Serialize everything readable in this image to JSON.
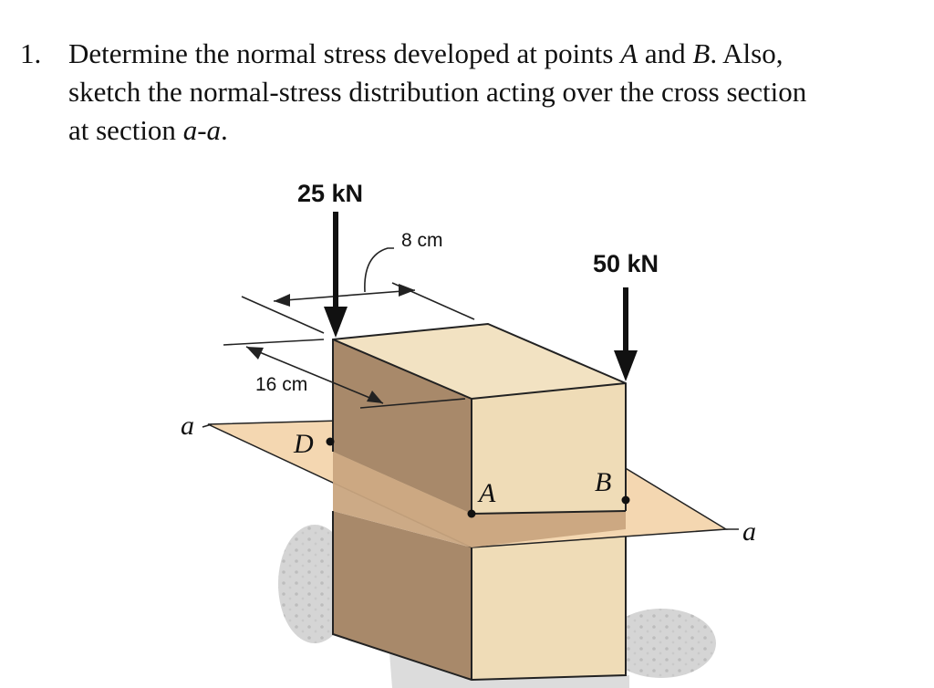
{
  "problem": {
    "number": "1.",
    "line1_a": "Determine the normal stress developed at points ",
    "point_a": "A",
    "line1_b": " and ",
    "point_b": "B",
    "line1_c": ". Also,",
    "line2": "sketch the normal-stress distribution acting over the cross section",
    "line3_a": "at section ",
    "section_name": "a-a",
    "line3_b": "."
  },
  "figure": {
    "load_left": "25 kN",
    "load_right": "50 kN",
    "dim_top": "8 cm",
    "dim_side": "16 cm",
    "label_D": "D",
    "label_A": "A",
    "label_B": "B",
    "section_left": "a",
    "section_right": "a",
    "colors": {
      "front_face": "#efdcb7",
      "top_face": "#f2e2c2",
      "side_face": "#a8896a",
      "plane": "#f4d7b1",
      "plane_band": "#c9a57f",
      "ground": "#d0d0d0"
    }
  }
}
